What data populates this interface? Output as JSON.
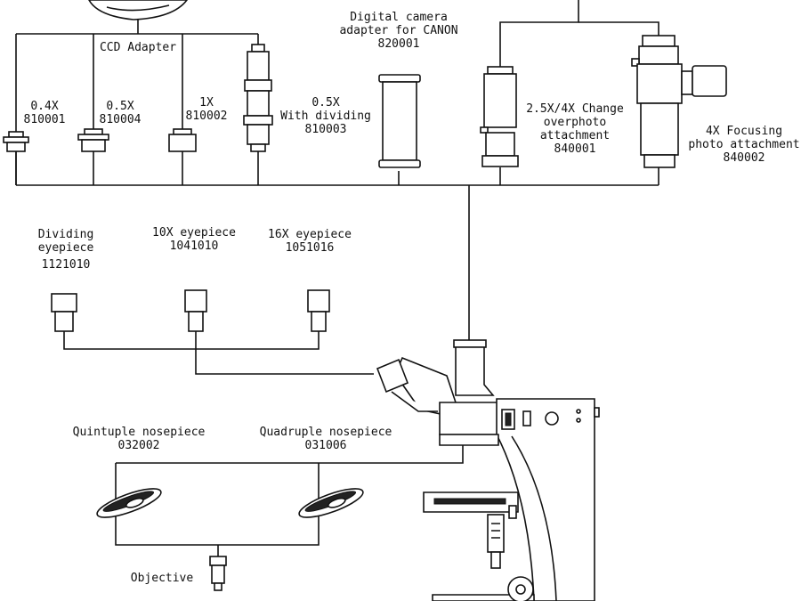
{
  "colors": {
    "line": "#111111",
    "background": "#ffffff"
  },
  "labels": {
    "ccd_adapter": "CCD Adapter",
    "digital_camera": [
      "Digital camera",
      "adapter for CANON",
      "820001"
    ],
    "adapter_04x": [
      "0.4X",
      "810001"
    ],
    "adapter_05x": [
      "0.5X",
      "810004"
    ],
    "adapter_1x": [
      "1X",
      "810002"
    ],
    "adapter_05x_dividing": [
      "0.5X",
      "With dividing",
      "810003"
    ],
    "change_photo": [
      "2.5X/4X Change",
      "overphoto",
      "attachment",
      "840001"
    ],
    "focusing_photo": [
      "4X Focusing",
      "photo attachment",
      "840002"
    ],
    "dividing_eyepiece": [
      "Dividing",
      "eyepiece",
      "1121010"
    ],
    "eyepiece_10x": [
      "10X eyepiece",
      "1041010"
    ],
    "eyepiece_16x": [
      "16X eyepiece",
      "1051016"
    ],
    "quintuple_nosepiece": [
      "Quintuple nosepiece",
      "032002"
    ],
    "quadruple_nosepiece": [
      "Quadruple nosepiece",
      "031006"
    ],
    "objective": "Objective"
  }
}
